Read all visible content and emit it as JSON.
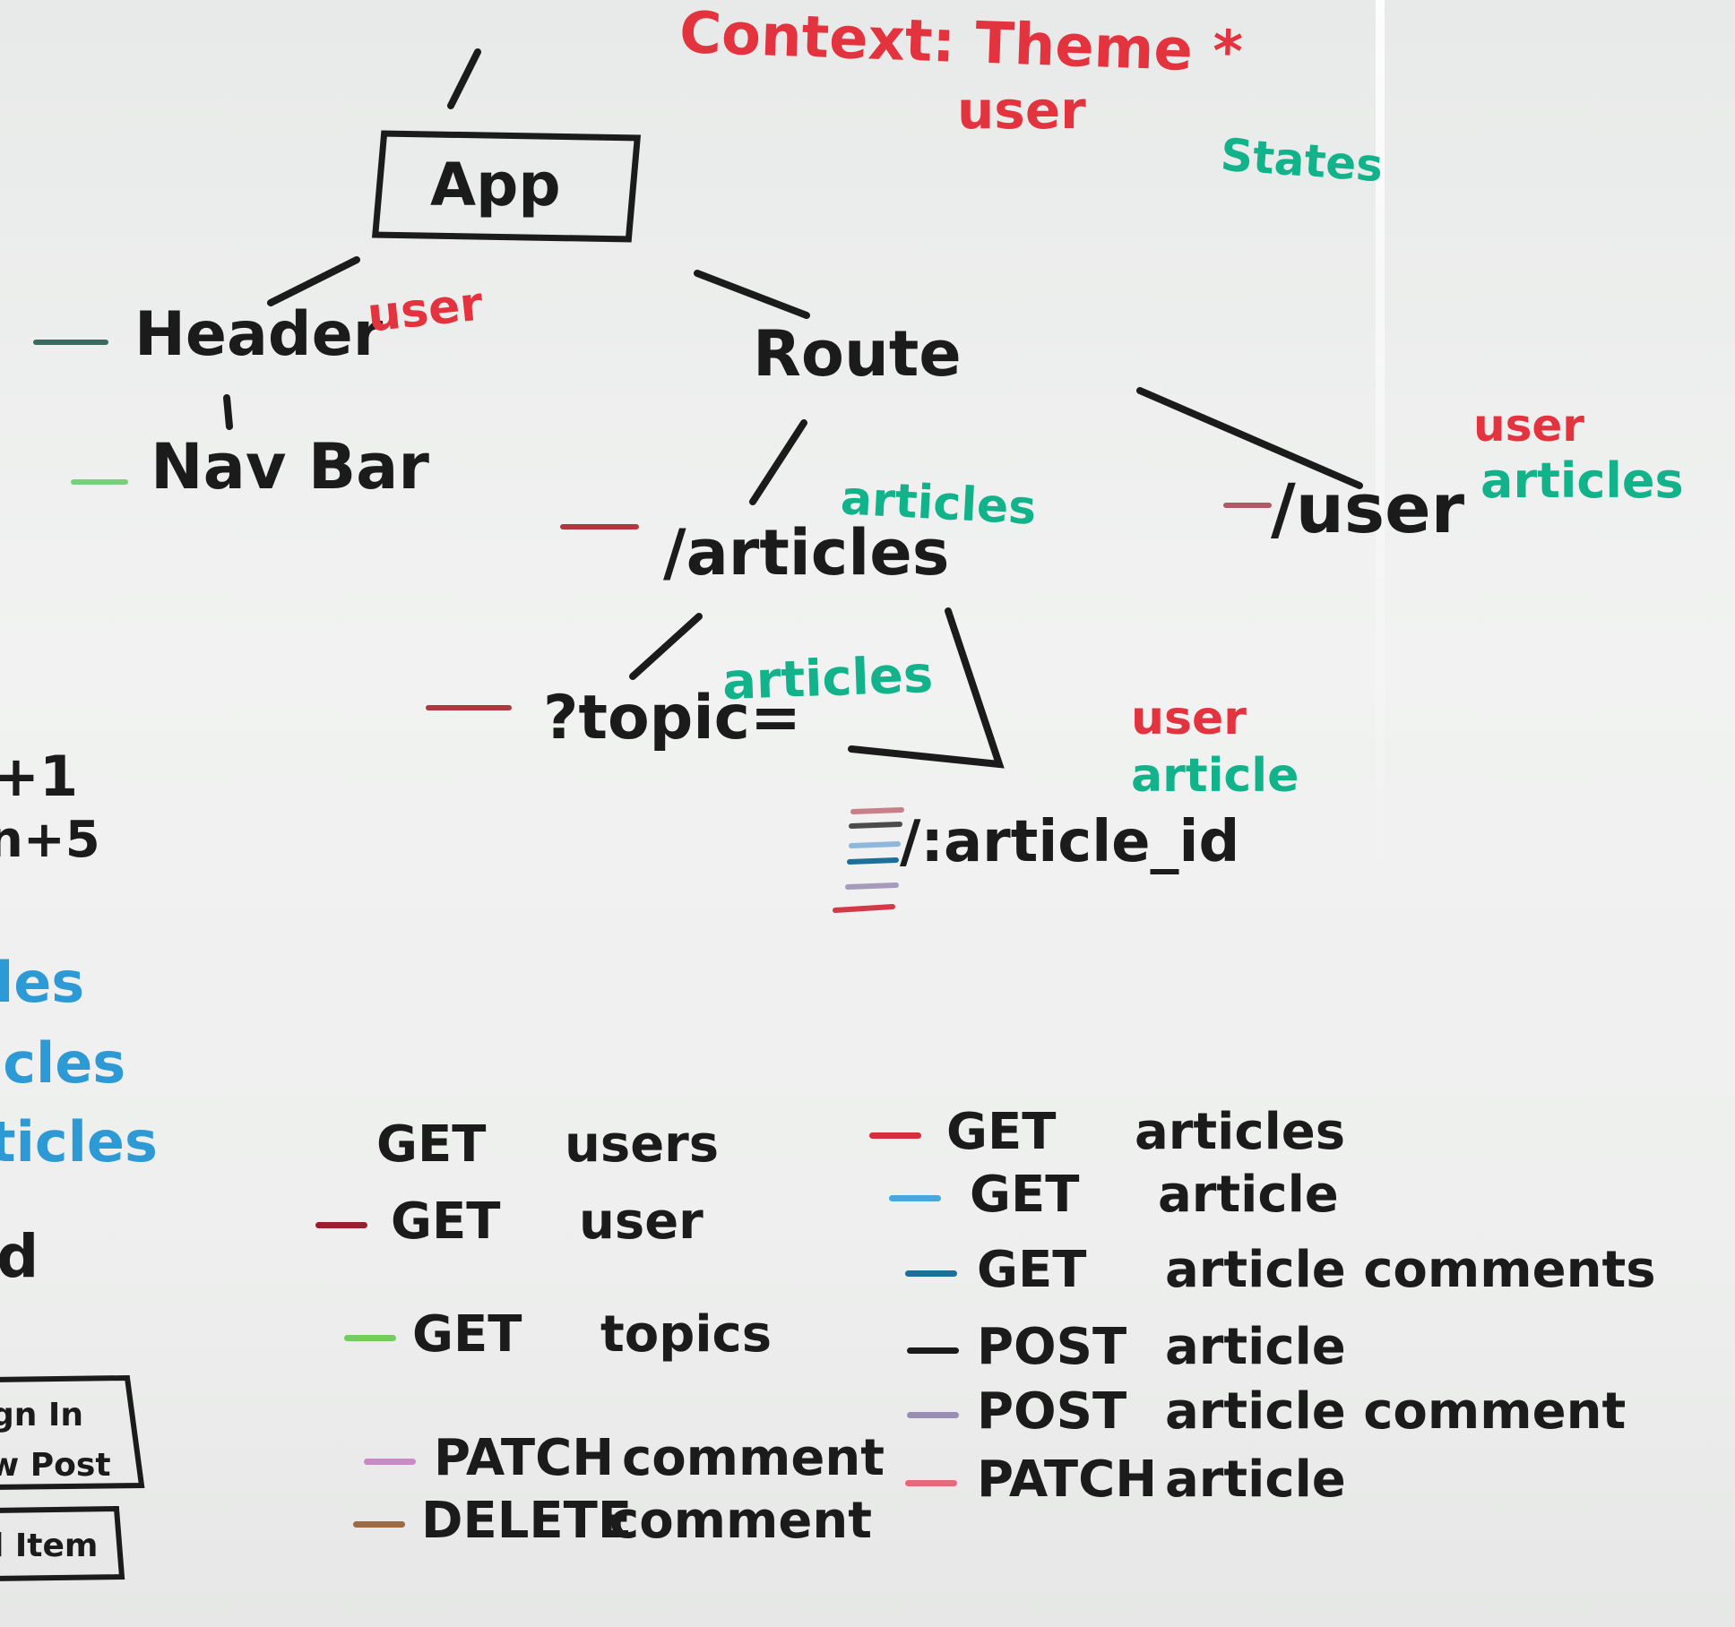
{
  "context": {
    "title": "Context: Theme *",
    "user": "user"
  },
  "states_label": "States",
  "tree": {
    "app": "App",
    "header": "Header",
    "header_state": "user",
    "navbar": "Nav Bar",
    "route": "Route",
    "articles_route": "/articles",
    "articles_state": "articles",
    "topic_route": "?topic=",
    "topic_state": "articles",
    "user_route": "/user",
    "user_state_1": "user",
    "user_state_2": "articles",
    "article_id_route": "/:article_id",
    "article_id_state_1": "user",
    "article_id_state_2": "article"
  },
  "left_edge_fragments": [
    "+1",
    "n+5",
    "les",
    "icles",
    "ticles",
    "d"
  ],
  "left_box_fragments": [
    "gn In",
    "w Post",
    "l Item"
  ],
  "api_left": [
    {
      "method": "GET",
      "resource": "users",
      "color": ""
    },
    {
      "method": "GET",
      "resource": "user",
      "color": "#9c1e2e"
    },
    {
      "method": "GET",
      "resource": "topics",
      "color": "#6fcf5a"
    },
    {
      "method": "PATCH",
      "resource": "comment",
      "color": "#c98ac6"
    },
    {
      "method": "DELETE",
      "resource": "comment",
      "color": "#9a6b45"
    }
  ],
  "api_right": [
    {
      "method": "GET",
      "resource": "articles",
      "color": "#d32f3c"
    },
    {
      "method": "GET",
      "resource": "article",
      "color": "#4aa7dc"
    },
    {
      "method": "GET",
      "resource": "article comments",
      "color": "#1b6f9a"
    },
    {
      "method": "POST",
      "resource": "article",
      "color": "#1b1b1b"
    },
    {
      "method": "POST",
      "resource": "article comment",
      "color": "#9a8fb3"
    },
    {
      "method": "PATCH",
      "resource": "article",
      "color": "#e4697a"
    }
  ],
  "colors": {
    "black_ink": "#1b1b1b",
    "red_ink": "#e2333f",
    "green_ink": "#12b38b",
    "blue_ink": "#2d9ad6"
  }
}
